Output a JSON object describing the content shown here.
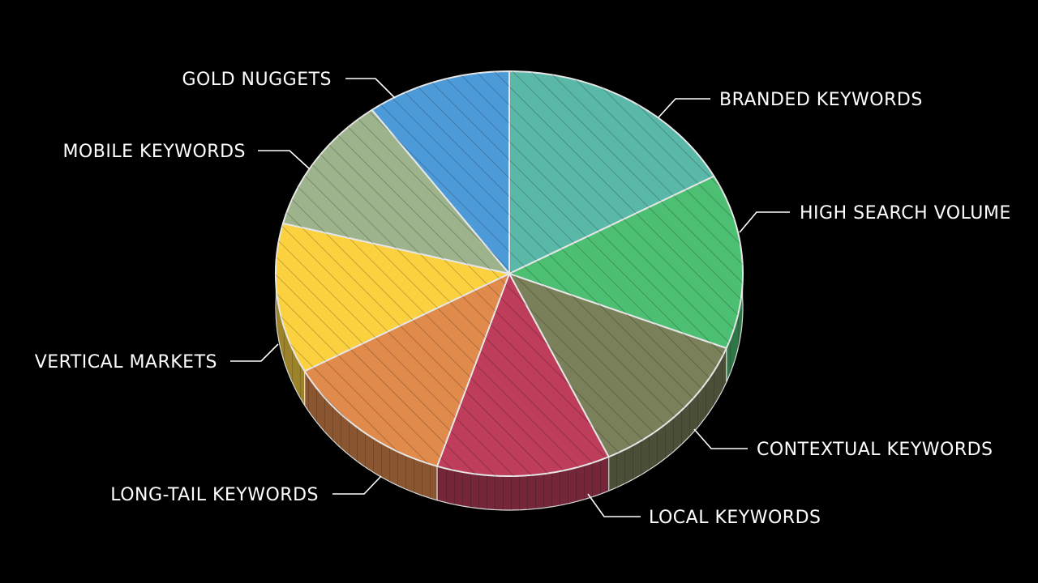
{
  "chart_data": {
    "type": "pie",
    "style": "3d-exploded-hatched",
    "slices": [
      {
        "label": "BRANDED KEYWORDS",
        "value": 17,
        "color": "#5ab8a8"
      },
      {
        "label": "HIGH SEARCH VOLUME",
        "value": 14,
        "color": "#4cbf72"
      },
      {
        "label": "CONTEXTUAL KEYWORDS",
        "value": 12,
        "color": "#79805a"
      },
      {
        "label": "LOCAL KEYWORDS",
        "value": 12,
        "color": "#bd3d5a"
      },
      {
        "label": "LONG-TAIL KEYWORDS",
        "value": 12,
        "color": "#e08a4c"
      },
      {
        "label": "VERTICAL MARKETS",
        "value": 12,
        "color": "#fcd140"
      },
      {
        "label": "MOBILE KEYWORDS",
        "value": 11,
        "color": "#9cb38c"
      },
      {
        "label": "GOLD NUGGETS",
        "value": 10,
        "color": "#4d9ad8"
      }
    ]
  }
}
